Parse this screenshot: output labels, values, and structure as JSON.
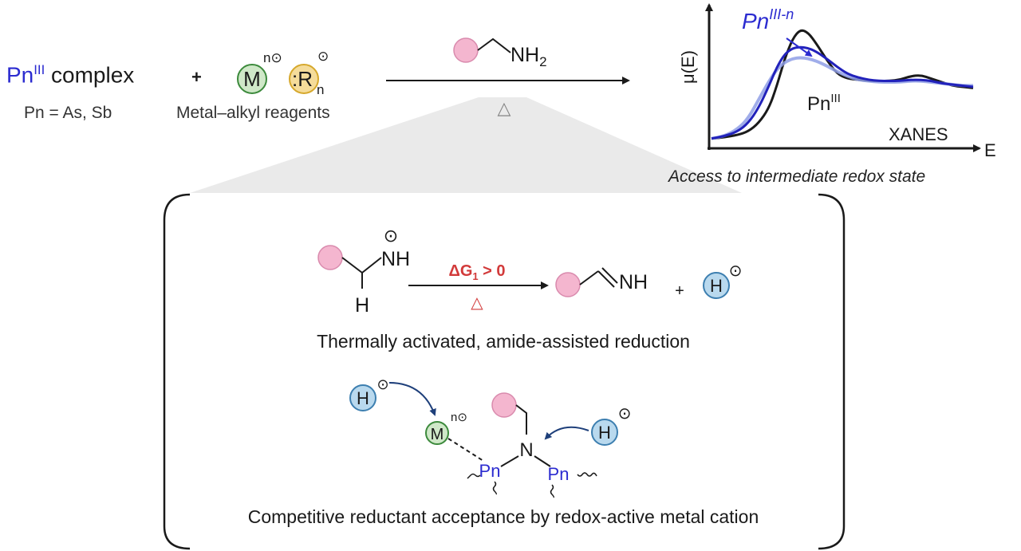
{
  "colors": {
    "pn_blue": "#2b2bd0",
    "red_condition": "#d23a3a",
    "ball_pink": "#f4b6cf",
    "metal_green": "#cfe8c8",
    "alkyl_yellow": "#f5dc9a",
    "hydride_blue": "#b9d9ee",
    "curve_black": "#1a1a1a",
    "curve_blue": "#2222bb",
    "curve_light_blue": "#8f9fe6"
  },
  "top": {
    "pn_symbol": "Pn",
    "pn_oxidation": "III",
    "complex_text": " complex",
    "pn_definition": "Pn = As, Sb",
    "plus": "+",
    "metal_letter": "M",
    "metal_charge": "n⊙",
    "alkyl_letter": ":R",
    "alkyl_sub": "n",
    "alkyl_charge": "⊙",
    "metal_alkyl_label": "Metal–alkyl reagents",
    "amine_label": "NH",
    "amine_sub": "2",
    "heat_symbol": "△"
  },
  "xanes": {
    "ylabel": "μ(E)",
    "xlabel": "E",
    "method_label": "XANES",
    "intermediate_label": "Pn",
    "intermediate_sup": "III-n",
    "pn3_label": "Pn",
    "pn3_sup": "III",
    "caption": "Access to intermediate redox state"
  },
  "chart_data": {
    "type": "line",
    "xlabel": "E",
    "ylabel": "μ(E)",
    "title": "",
    "series": [
      {
        "name": "Pn III",
        "x": [
          0,
          5,
          10,
          14,
          18,
          22,
          25,
          28,
          31,
          34,
          37,
          40,
          44,
          48,
          52,
          56,
          60,
          64,
          68,
          72,
          76,
          80,
          84,
          88,
          92,
          96,
          100
        ],
        "y": [
          0.07,
          0.08,
          0.1,
          0.13,
          0.2,
          0.33,
          0.52,
          0.75,
          0.92,
          1.0,
          0.97,
          0.88,
          0.74,
          0.62,
          0.58,
          0.57,
          0.56,
          0.56,
          0.56,
          0.57,
          0.6,
          0.61,
          0.58,
          0.55,
          0.52,
          0.51,
          0.5
        ]
      },
      {
        "name": "Pn III-n",
        "x": [
          0,
          5,
          10,
          14,
          18,
          22,
          25,
          28,
          31,
          34,
          37,
          40,
          44,
          48,
          52,
          56,
          60,
          64,
          68,
          72,
          76,
          80,
          84,
          88,
          92,
          96,
          100
        ],
        "y": [
          0.07,
          0.09,
          0.13,
          0.2,
          0.33,
          0.52,
          0.68,
          0.79,
          0.84,
          0.85,
          0.84,
          0.81,
          0.75,
          0.68,
          0.62,
          0.59,
          0.57,
          0.56,
          0.56,
          0.56,
          0.57,
          0.57,
          0.56,
          0.54,
          0.53,
          0.52,
          0.51
        ]
      },
      {
        "name": "intermediate (light)",
        "x": [
          0,
          5,
          10,
          14,
          18,
          22,
          25,
          28,
          31,
          34,
          37,
          40,
          44,
          48,
          52,
          56,
          60,
          64,
          68,
          72,
          76,
          80,
          84,
          88,
          92,
          96,
          100
        ],
        "y": [
          0.07,
          0.09,
          0.15,
          0.24,
          0.4,
          0.56,
          0.66,
          0.72,
          0.75,
          0.76,
          0.75,
          0.73,
          0.69,
          0.64,
          0.6,
          0.57,
          0.56,
          0.55,
          0.55,
          0.55,
          0.56,
          0.56,
          0.55,
          0.54,
          0.53,
          0.52,
          0.52
        ]
      }
    ],
    "xlim": [
      0,
      100
    ],
    "ylim": [
      0,
      1.1
    ],
    "grid": false,
    "legend": "none"
  },
  "box": {
    "amide_nh": "NH",
    "amide_h": "H",
    "amide_charge": "⊙",
    "dg_label": "ΔG",
    "dg_sub": "1",
    "dg_rest": " > 0",
    "heat_symbol": "△",
    "imine_nh": "NH",
    "plus": "+",
    "hydride_letter": "H",
    "hydride_charge": "⊙",
    "step1_caption": "Thermally activated, amide-assisted reduction",
    "hydride2_letter": "H",
    "hydride2_charge": "⊙",
    "metal_letter": "M",
    "metal_charge": "n⊙",
    "nitrogen": "N",
    "pn_left": "Pn",
    "pn_right": "Pn",
    "hydride3_letter": "H",
    "hydride3_charge": "⊙",
    "step2_caption": "Competitive reductant acceptance by redox-active metal cation"
  }
}
